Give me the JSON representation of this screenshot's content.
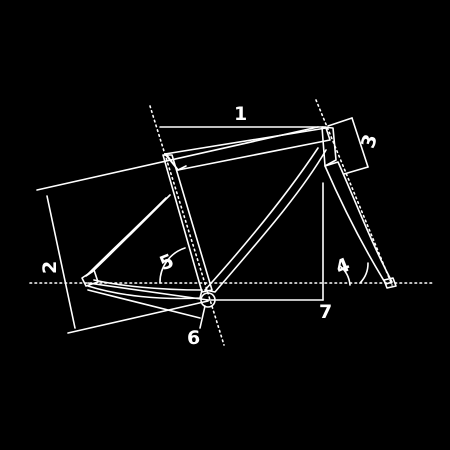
{
  "background_color": "#000000",
  "line_color": "#ffffff",
  "labels": {
    "stack_dim": "1",
    "reach_dim": "2",
    "head_tube_dim": "3",
    "head_angle": "4",
    "seat_angle": "5",
    "bb_drop": "6",
    "stack_vertical": "7"
  }
}
